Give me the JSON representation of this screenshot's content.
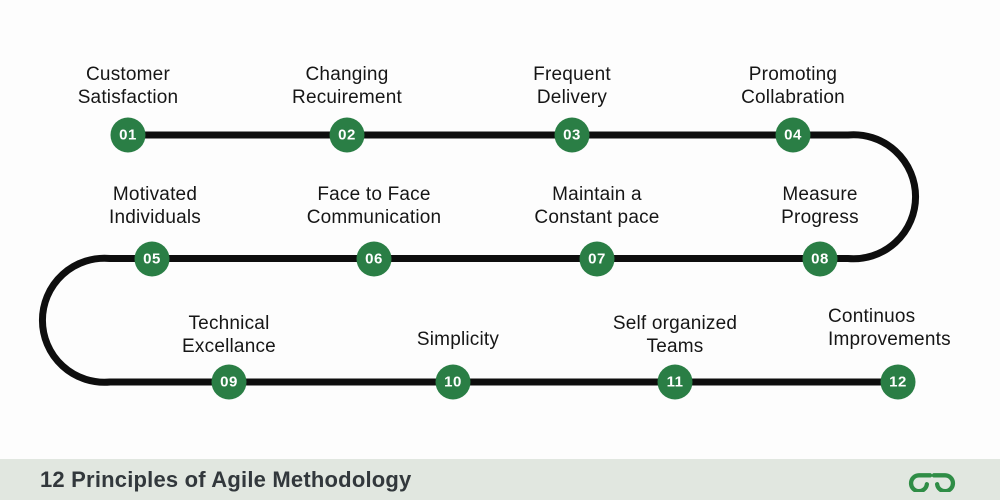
{
  "title": "12 Principles of Agile Methodology",
  "brand": {
    "logo_icon": "geeksforgeeks-logo",
    "logo_color": "#2f8d46"
  },
  "colors": {
    "node_green": "#2a7e45",
    "line_black": "#0e0e0e",
    "footer_bg": "#e1e7e0",
    "logo_green": "#2f8d46",
    "label_color": "#161616",
    "title_color": "#32383c",
    "page_bg": "#fdfdfd"
  },
  "principles": [
    {
      "number": "01",
      "lines": [
        "Customer",
        "Satisfaction"
      ]
    },
    {
      "number": "02",
      "lines": [
        "Changing",
        "Recuirement"
      ]
    },
    {
      "number": "03",
      "lines": [
        "Frequent",
        "Delivery"
      ]
    },
    {
      "number": "04",
      "lines": [
        "Promoting",
        "Collabration"
      ]
    },
    {
      "number": "05",
      "lines": [
        "Motivated",
        "Individuals"
      ]
    },
    {
      "number": "06",
      "lines": [
        "Face to Face",
        "Communication"
      ]
    },
    {
      "number": "07",
      "lines": [
        "Maintain a",
        "Constant pace"
      ]
    },
    {
      "number": "08",
      "lines": [
        "Measure",
        "Progress"
      ]
    },
    {
      "number": "09",
      "lines": [
        "Technical",
        "Excellance"
      ]
    },
    {
      "number": "10",
      "lines": [
        "Simplicity"
      ]
    },
    {
      "number": "11",
      "lines": [
        "Self organized",
        "Teams"
      ]
    },
    {
      "number": "12",
      "lines": [
        "Continuos",
        "Improvements"
      ]
    }
  ]
}
